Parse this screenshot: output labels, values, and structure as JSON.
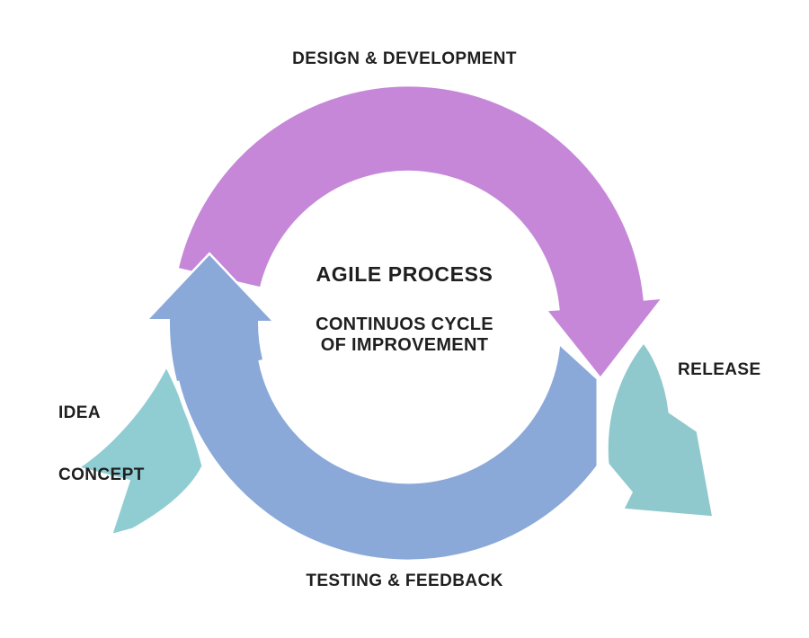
{
  "diagram": {
    "title": "AGILE PROCESS",
    "subtitle_line1": "CONTINUOS CYCLE",
    "subtitle_line2": "OF IMPROVEMENT",
    "labels": {
      "top": "DESIGN & DEVELOPMENT",
      "bottom": "TESTING & FEEDBACK",
      "left_line1": "IDEA",
      "left_line2": "CONCEPT",
      "right": "RELEASE"
    },
    "colors": {
      "design_arc": "#c687d8",
      "testing_arc": "#8aa9d8",
      "idea_arrow": "#8fcdd3",
      "release_arrow": "#90c9cd",
      "outline": "#ffffff",
      "text": "#1f1f1f",
      "background": "#ffffff"
    }
  }
}
